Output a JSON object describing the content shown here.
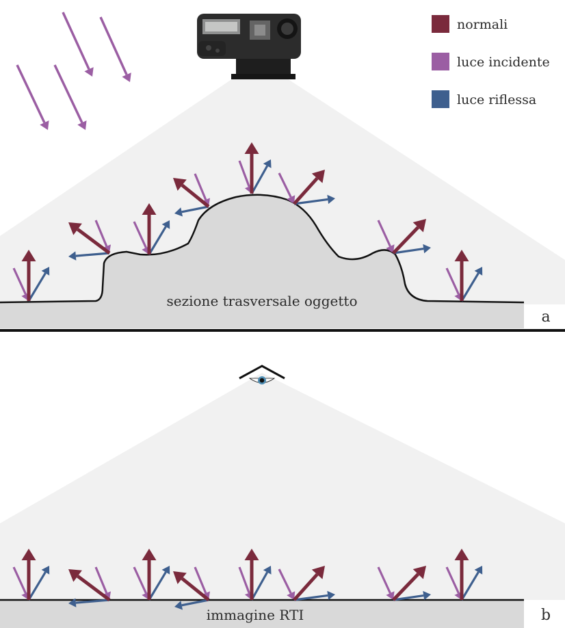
{
  "panel_a": {
    "letter": "a",
    "object_label": "sezione trasversale oggetto"
  },
  "panel_b": {
    "letter": "b",
    "image_label": "immagine RTI"
  },
  "legend": [
    {
      "label": "normali",
      "color": "#7a2a3c"
    },
    {
      "label": "luce incidente",
      "color": "#9b5ea3"
    },
    {
      "label": "luce riflessa",
      "color": "#3e5f8e"
    }
  ],
  "colors": {
    "normal": "#7a2a3c",
    "incident": "#9b5ea3",
    "reflected": "#3e5f8e",
    "view_cone": "#f1f1f1",
    "object_fill": "#d9d9d9",
    "outline": "#111111"
  },
  "icons": [
    "camera-icon",
    "eye-icon"
  ]
}
